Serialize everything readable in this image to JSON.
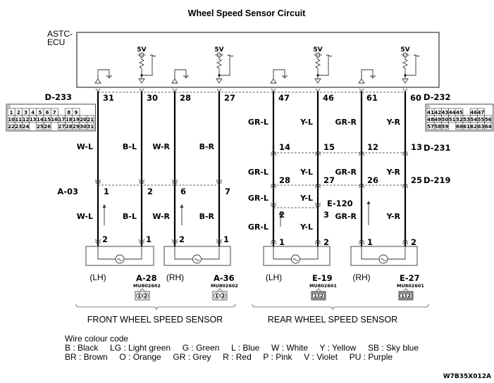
{
  "title": "Wheel Speed Sensor Circuit",
  "ecu": {
    "label_line1": "ASTC-",
    "label_line2": "ECU",
    "supply_label": "5V"
  },
  "connectors": {
    "ecu_left": "D-233",
    "ecu_right": "D-232",
    "junction_upper": "D-231",
    "junction_lower": "D-219",
    "front_intermediate": "A-03",
    "rear_intermediate": "E-120"
  },
  "wires": [
    {
      "id": "front-lh-1",
      "ecu_pin": "31",
      "color_upper": "W-L",
      "a03_pin": "1",
      "color_lower": "W-L",
      "sensor_pin": "2"
    },
    {
      "id": "front-lh-2",
      "ecu_pin": "30",
      "color_upper": "B-L",
      "a03_pin": "2",
      "color_lower": "B-L",
      "sensor_pin": "1"
    },
    {
      "id": "front-rh-1",
      "ecu_pin": "28",
      "color_upper": "W-R",
      "a03_pin": "6",
      "color_lower": "W-R",
      "sensor_pin": "2"
    },
    {
      "id": "front-rh-2",
      "ecu_pin": "27",
      "color_upper": "B-R",
      "a03_pin": "7",
      "color_lower": "B-R",
      "sensor_pin": "1"
    },
    {
      "id": "rear-lh-1",
      "ecu_pin": "47",
      "color_1": "GR-L",
      "d231_pin": "14",
      "color_2": "GR-L",
      "d219_pin": "28",
      "color_3": "GR-L",
      "e120_pin": "2",
      "color_4": "GR-L",
      "sensor_pin": "1"
    },
    {
      "id": "rear-lh-2",
      "ecu_pin": "46",
      "color_1": "Y-L",
      "d231_pin": "15",
      "color_2": "Y-L",
      "d219_pin": "27",
      "color_3": "Y-L",
      "e120_pin": "3",
      "color_4": "Y-L",
      "sensor_pin": "2"
    },
    {
      "id": "rear-rh-1",
      "ecu_pin": "61",
      "color_1": "GR-R",
      "d231_pin": "12",
      "color_2": "GR-R",
      "d219_pin": "26",
      "color_4": "GR-R",
      "sensor_pin": "1"
    },
    {
      "id": "rear-rh-2",
      "ecu_pin": "60",
      "color_1": "Y-R",
      "d231_pin": "13",
      "color_2": "Y-R",
      "d219_pin": "25",
      "color_4": "Y-R",
      "sensor_pin": "2"
    }
  ],
  "sensors": [
    {
      "side": "(LH)",
      "connector": "A-28",
      "part_no": "MU802602",
      "pins": [
        "1",
        "2"
      ]
    },
    {
      "side": "(RH)",
      "connector": "A-36",
      "part_no": "MU802602",
      "pins": [
        "1",
        "2"
      ]
    },
    {
      "side": "(LH)",
      "connector": "E-19",
      "part_no": "MU802601",
      "pins": [
        "1",
        "2"
      ]
    },
    {
      "side": "(RH)",
      "connector": "E-27",
      "part_no": "MU802601",
      "pins": [
        "1",
        "2"
      ]
    }
  ],
  "groups": {
    "front": "FRONT WHEEL SPEED SENSOR",
    "rear": "REAR WHEEL SPEED SENSOR"
  },
  "connector_face_left": {
    "rows": [
      [
        "1",
        "2",
        "3",
        "4",
        "5",
        "6",
        "7",
        "",
        "8",
        "9"
      ],
      [
        "10",
        "11",
        "12",
        "13",
        "14",
        "15",
        "16",
        "17",
        "18",
        "19",
        "20",
        "21"
      ],
      [
        "22",
        "23",
        "24",
        "",
        "25",
        "26",
        "",
        "27",
        "28",
        "29",
        "30",
        "31"
      ]
    ]
  },
  "connector_face_right": {
    "rows": [
      [
        "41",
        "42",
        "43",
        "44",
        "45",
        "",
        "46",
        "47"
      ],
      [
        "48",
        "49",
        "50",
        "51",
        "52",
        "53",
        "54",
        "55",
        "56"
      ],
      [
        "57",
        "58",
        "59",
        "",
        "60",
        "61",
        "62",
        "63",
        "64"
      ]
    ]
  },
  "legend": {
    "heading": "Wire colour code",
    "line1": "B : Black     LG : Light green     G : Green     L : Blue     W : White     Y : Yellow     SB : Sky blue",
    "line2": "BR : Brown     O : Orange     GR : Grey     R : Red     P : Pink     V : Violet     PU : Purple",
    "entries": [
      {
        "code": "B",
        "name": "Black"
      },
      {
        "code": "LG",
        "name": "Light green"
      },
      {
        "code": "G",
        "name": "Green"
      },
      {
        "code": "L",
        "name": "Blue"
      },
      {
        "code": "W",
        "name": "White"
      },
      {
        "code": "Y",
        "name": "Yellow"
      },
      {
        "code": "SB",
        "name": "Sky blue"
      },
      {
        "code": "BR",
        "name": "Brown"
      },
      {
        "code": "O",
        "name": "Orange"
      },
      {
        "code": "GR",
        "name": "Grey"
      },
      {
        "code": "R",
        "name": "Red"
      },
      {
        "code": "P",
        "name": "Pink"
      },
      {
        "code": "V",
        "name": "Violet"
      },
      {
        "code": "PU",
        "name": "Purple"
      }
    ]
  },
  "figure_code": "W7B35X012A"
}
